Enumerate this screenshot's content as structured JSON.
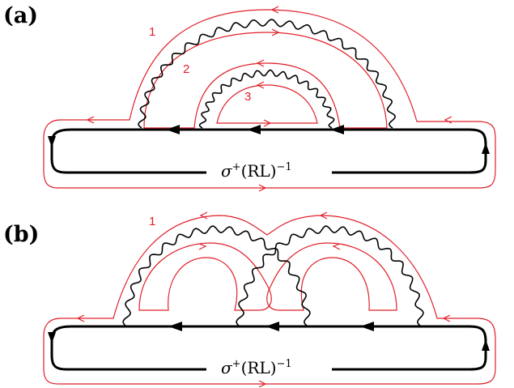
{
  "colors": {
    "loop": "#e0202a",
    "propagator": "#000000",
    "background": "#ffffff"
  },
  "panels": [
    {
      "label": "(a)",
      "formula": {
        "base": "σ",
        "sup": "+",
        "mid": "(RL)",
        "sup2": "−1"
      },
      "loop_labels": [
        "1",
        "2",
        "3"
      ]
    },
    {
      "label": "(b)",
      "formula": {
        "base": "σ",
        "sup": "+",
        "mid": "(RL)",
        "sup2": "−1"
      },
      "loop_labels": [
        "1"
      ]
    }
  ]
}
